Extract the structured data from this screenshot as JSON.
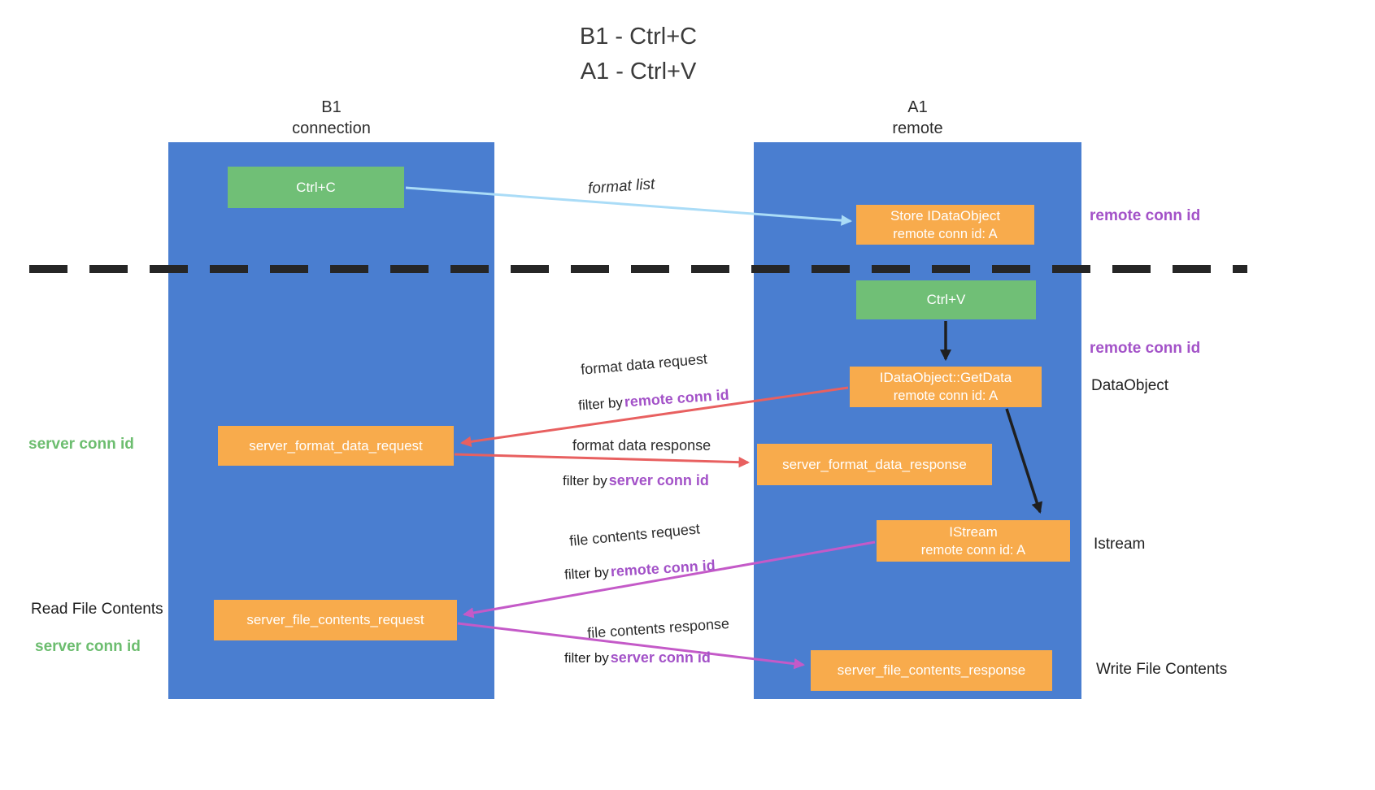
{
  "title": {
    "line1": "B1 - Ctrl+C",
    "line2": "A1 - Ctrl+V"
  },
  "lanes": {
    "b1": {
      "name": "B1",
      "role": "connection"
    },
    "a1": {
      "name": "A1",
      "role": "remote"
    }
  },
  "nodes": {
    "ctrl_c": {
      "label": "Ctrl+C"
    },
    "ctrl_v": {
      "label": "Ctrl+V"
    },
    "store_idataobject": {
      "line1": "Store IDataObject",
      "line2": "remote conn id: A"
    },
    "getdata": {
      "line1": "IDataObject::GetData",
      "line2": "remote conn id: A"
    },
    "istream": {
      "line1": "IStream",
      "line2": "remote conn id: A"
    },
    "format_request": {
      "label": "server_format_data_request"
    },
    "format_response": {
      "label": "server_format_data_response"
    },
    "file_request": {
      "label": "server_file_contents_request"
    },
    "file_response": {
      "label": "server_file_contents_response"
    }
  },
  "side_labels": {
    "remote_conn_id_store": "remote conn id",
    "remote_conn_id_getdata": "remote conn id",
    "dataobject": "DataObject",
    "istream": "Istream",
    "write_file_contents": "Write File Contents",
    "server_conn_id_format": "server conn id",
    "read_file_contents": "Read File Contents",
    "server_conn_id_file": "server conn id"
  },
  "arrow_labels": {
    "format_list": "format list",
    "format_data_request": "format data request",
    "format_data_request_filter": {
      "prefix": "filter by",
      "key": "remote conn id"
    },
    "format_data_response": "format data response",
    "format_data_response_filter": {
      "prefix": "filter by",
      "key": "server conn id"
    },
    "file_contents_request": "file contents request",
    "file_contents_request_filter": {
      "prefix": "filter by",
      "key": "remote conn id"
    },
    "file_contents_response": "file contents response",
    "file_contents_response_filter": {
      "prefix": "filter by",
      "key": "server conn id"
    }
  },
  "colors": {
    "lane_blue": "#4a7ed0",
    "green_box": "#70bf76",
    "orange_box": "#f8ab4c",
    "arrow_light_blue": "#aadcf7",
    "arrow_red": "#e86060",
    "arrow_magenta": "#c45ac8",
    "arrow_black": "#1f1f1f",
    "dashed_line": "#262626",
    "purple_text": "#a352c8",
    "green_text": "#6cbd6f"
  }
}
